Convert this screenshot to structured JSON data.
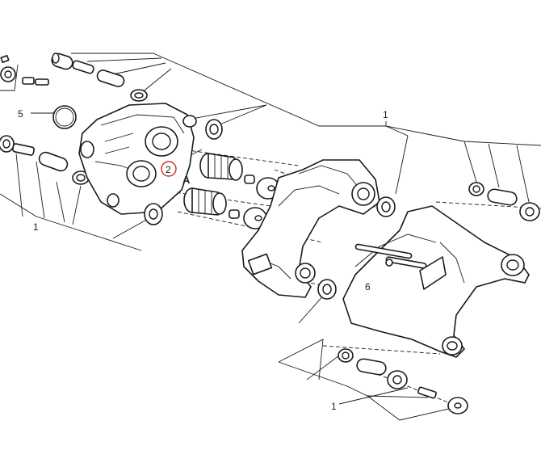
{
  "callouts": {
    "c1_top": "1",
    "c1_left": "1",
    "c1_bottom": "1",
    "c2": "2",
    "c5": "5",
    "c6": "6",
    "cA": "A"
  },
  "colors": {
    "line": "#1a1a1a",
    "highlight_circle": "#d62828",
    "background": "#ffffff"
  }
}
